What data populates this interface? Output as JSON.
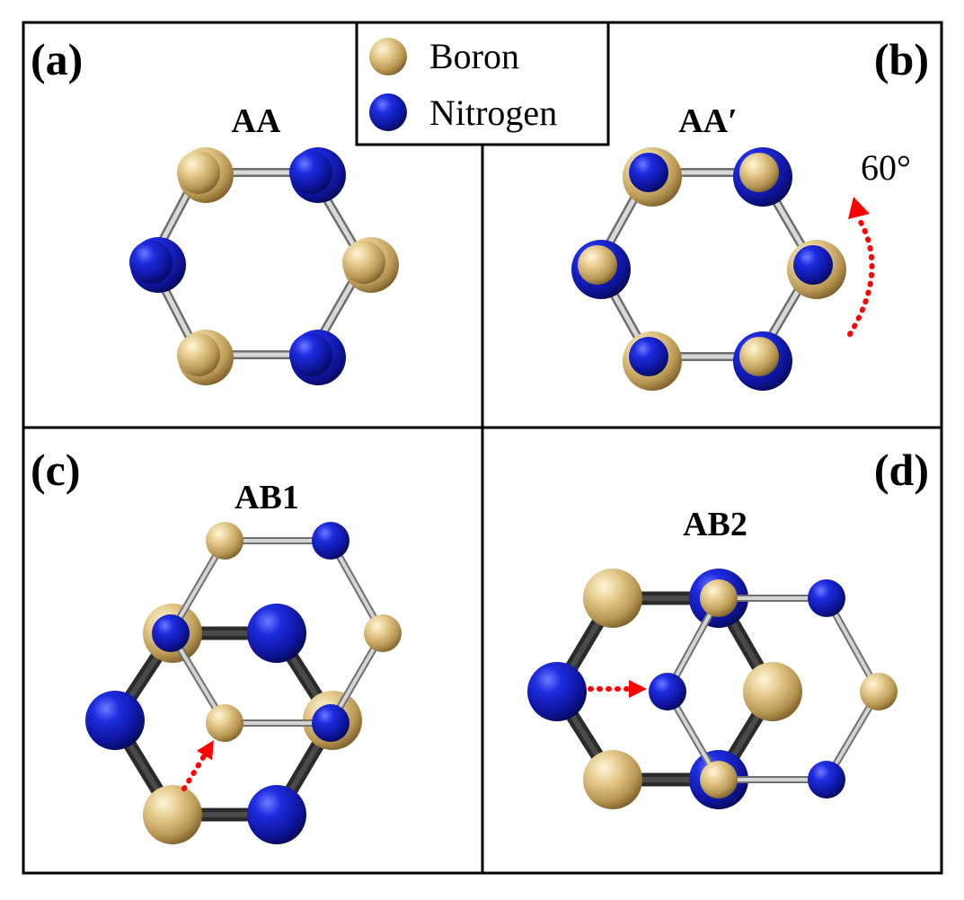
{
  "legend": {
    "items": [
      {
        "label": "Boron",
        "color": "#d9bd7a"
      },
      {
        "label": "Nitrogen",
        "color": "#1a25c8"
      }
    ]
  },
  "panels": [
    {
      "letter": "(a)",
      "title": "AA"
    },
    {
      "letter": "(b)",
      "title": "AA′",
      "rotation_label": "60°"
    },
    {
      "letter": "(c)",
      "title": "AB1"
    },
    {
      "letter": "(d)",
      "title": "AB2"
    }
  ],
  "colors": {
    "boron": "#d9bd7a",
    "nitrogen": "#1a25c8",
    "bond_top": "#9e9e9e",
    "bond_bottom": "#3a3a3a",
    "arrow": "#ff0000"
  }
}
